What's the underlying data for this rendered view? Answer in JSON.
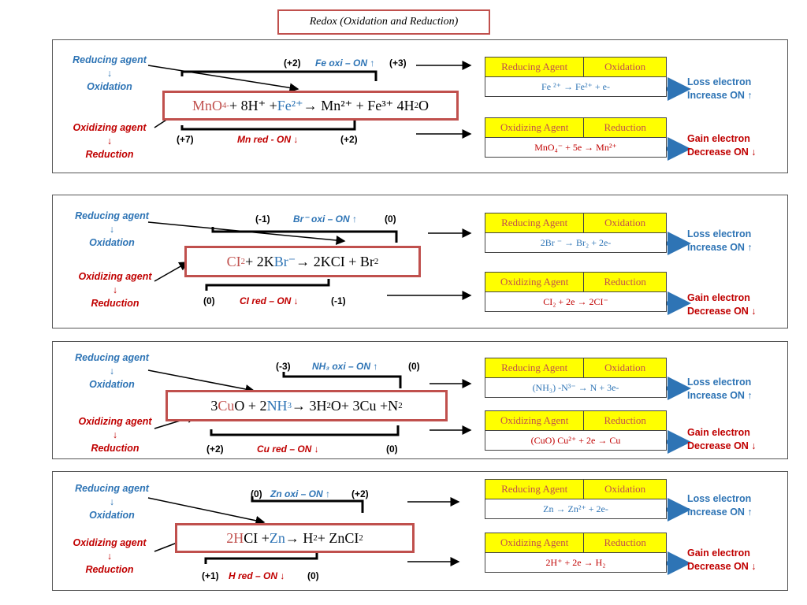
{
  "title": "Redox (Oxidation and Reduction)",
  "side": {
    "reducing_agent": "Reducing agent",
    "oxidation": "Oxidation",
    "oxidizing_agent": "Oxidizing agent",
    "reduction": "Reduction",
    "arrow_down": "↓"
  },
  "table_headers": {
    "reducing_agent": "Reducing Agent",
    "oxidation": "Oxidation",
    "oxidizing_agent": "Oxidizing Agent",
    "reduction": "Reduction"
  },
  "results": {
    "loss": "Loss electron",
    "increase": "Increase ON ↑",
    "gain": "Gain electron",
    "decrease": "Decrease ON ↓"
  },
  "panels": [
    {
      "oxi_left": "(+2)",
      "oxi_label": "Fe oxi – ON ↑",
      "oxi_right": "(+3)",
      "red_left": "(+7)",
      "red_label": "Mn red - ON ↓",
      "red_right": "(+2)",
      "oxidation_half": "Fe ²⁺ → Fe²⁺ + e-",
      "reduction_half": "MnO₄⁻ + 5e → Mn²⁺"
    },
    {
      "oxi_left": "(-1)",
      "oxi_label": "Br⁻ oxi – ON ↑",
      "oxi_right": "(0)",
      "red_left": "(0)",
      "red_label": "CI red – ON ↓",
      "red_right": "(-1)",
      "oxidation_half": "2Br ⁻ → Br₂ + 2e-",
      "reduction_half": "CI₂ + 2e → 2CI⁻"
    },
    {
      "oxi_left": "(-3)",
      "oxi_label": "NH₃ oxi – ON ↑",
      "oxi_right": "(0)",
      "red_left": "(+2)",
      "red_label": "Cu red – ON ↓",
      "red_right": "(0)",
      "oxidation_half": "(NH₃) -N³⁻ → N + 3e-",
      "reduction_half": "(CuO) Cu²⁺ + 2e → Cu"
    },
    {
      "oxi_left": "(0)",
      "oxi_label": "Zn oxi – ON ↑",
      "oxi_right": "(+2)",
      "red_left": "(+1)",
      "red_label": "H red – ON ↓",
      "red_right": "(0)",
      "oxidation_half": "Zn → Zn²⁺ + 2e-",
      "reduction_half": "2H⁺ + 2e → H₂"
    }
  ],
  "equations": {
    "e1": {
      "p1": "MnO",
      "p2": "4",
      "p3": "-",
      "p4": " + 8H⁺ + ",
      "p5": "Fe²⁺",
      "p6": " → Mn²⁺ + Fe³⁺ 4H",
      "p7": "2",
      "p8": "O"
    },
    "e2": {
      "p1": "CI",
      "p2": "2",
      "p3": " + 2K",
      "p4": "Br⁻",
      "p5": "→ 2KCI + Br",
      "p6": "2"
    },
    "e3": {
      "p1": "3",
      "p2": "Cu",
      "p3": "O + 2",
      "p4": "NH",
      "p5": "3",
      "p6": "→ 3H",
      "p7": "2",
      "p8": "O+ 3Cu +N",
      "p9": "2"
    },
    "e4": {
      "p1": "2",
      "p2": "H",
      "p3": "CI + ",
      "p4": "Zn",
      "p5": " → H",
      "p6": "2",
      "p7": " + ZnCI",
      "p8": "2"
    }
  },
  "colors": {
    "accent_red": "#c0504d",
    "blue": "#2e74b5",
    "dark_red": "#c00000",
    "yellow": "#ffff00"
  }
}
